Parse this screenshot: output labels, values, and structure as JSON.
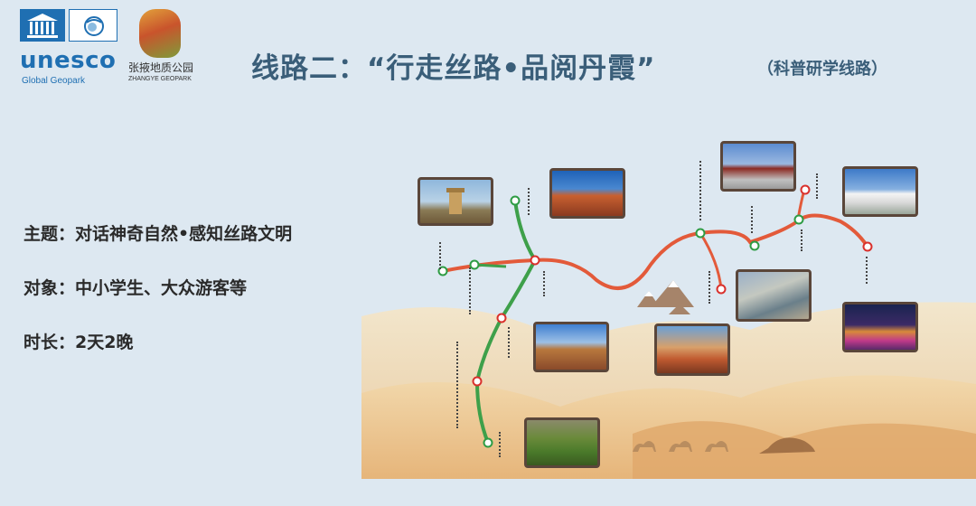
{
  "logos": {
    "unesco": {
      "word": "unesco",
      "sub": "Global Geopark"
    },
    "zhangye": {
      "name_cn": "张掖地质公园",
      "name_en": "ZHANGYE GEOPARK"
    }
  },
  "header": {
    "title": "线路二：“行走丝路•品阅丹霞”",
    "subtitle": "（科普研学线路）"
  },
  "info": {
    "theme": "主题：对话神奇自然•感知丝路文明",
    "audience": "对象：中小学生、大众游客等",
    "duration": "时长：2天2晚"
  },
  "colors": {
    "title": "#3a5e79",
    "route_main": "#e35a3a",
    "route_branch": "#3ea04a",
    "stop_red": "#d9302c",
    "stop_green": "#2e9c44",
    "frame": "#5a463a"
  }
}
